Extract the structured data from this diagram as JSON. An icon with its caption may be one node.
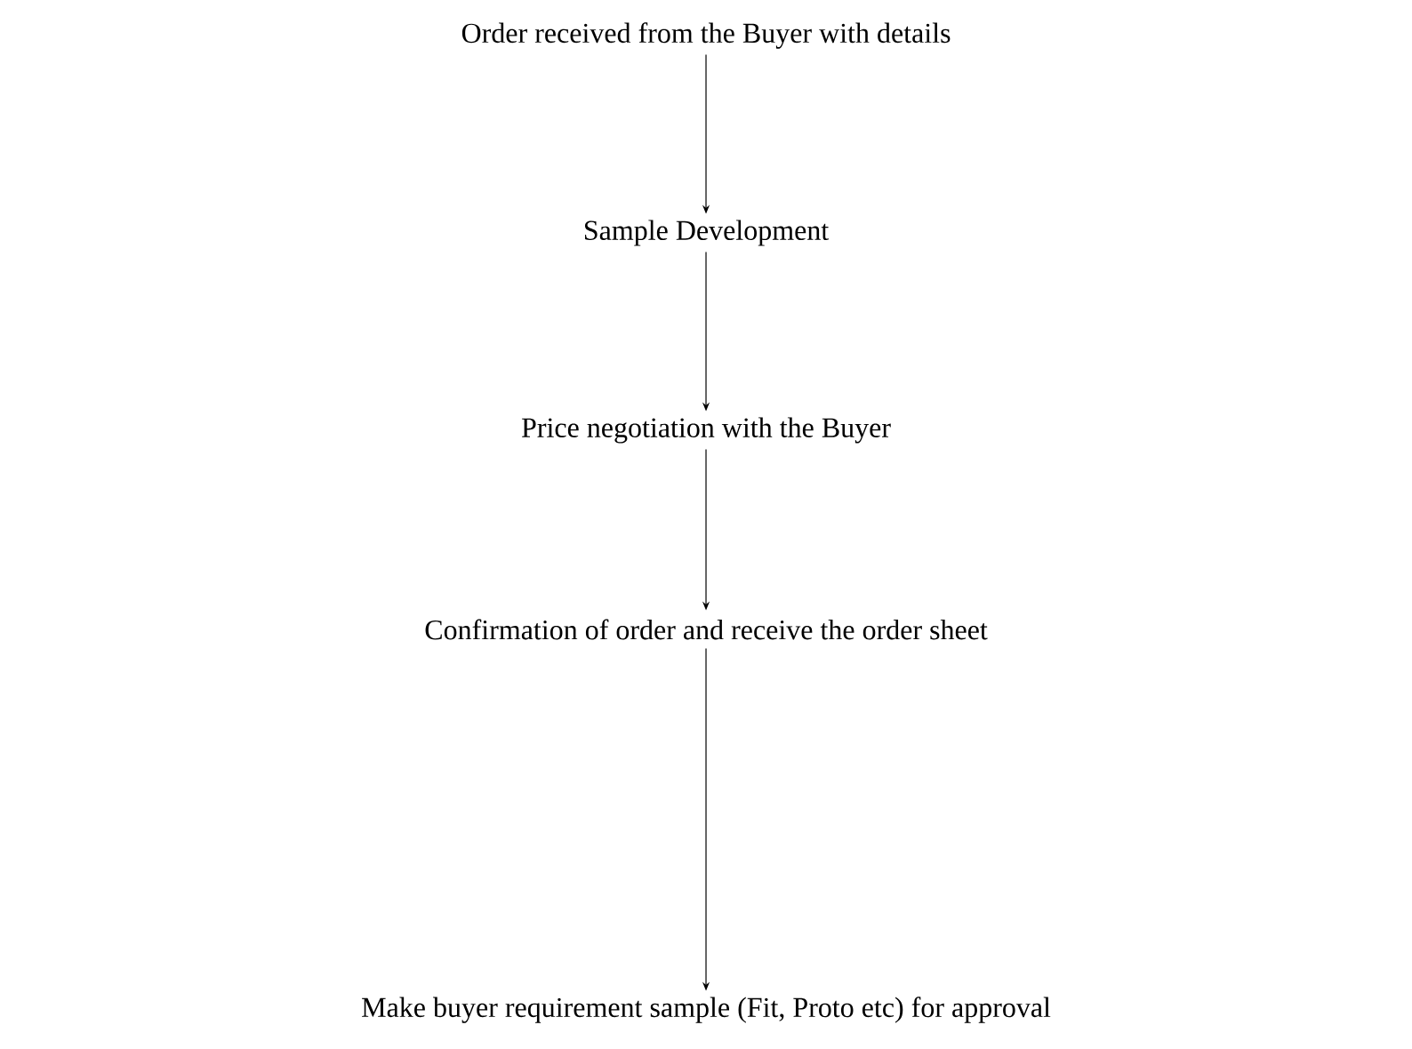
{
  "diagram": {
    "nodes": [
      {
        "text": [
          "Order received from the Buyer with details"
        ]
      },
      {
        "text": [
          "Sample Development"
        ]
      },
      {
        "text": [
          "Price negotiation with the Buyer"
        ]
      },
      {
        "text": [
          "Confirmation of order and receive the order sheet"
        ]
      },
      {
        "text": [
          "Make buyer requirement sample (Fit, Proto etc) for approval"
        ]
      }
    ],
    "edges": [
      {
        "from": 0,
        "to": 1,
        "arrow": "to"
      },
      {
        "from": 1,
        "to": 2,
        "arrow": "to"
      },
      {
        "from": 2,
        "to": 3,
        "arrow": "to"
      },
      {
        "from": 3,
        "to": 4,
        "arrow": "to"
      }
    ]
  }
}
